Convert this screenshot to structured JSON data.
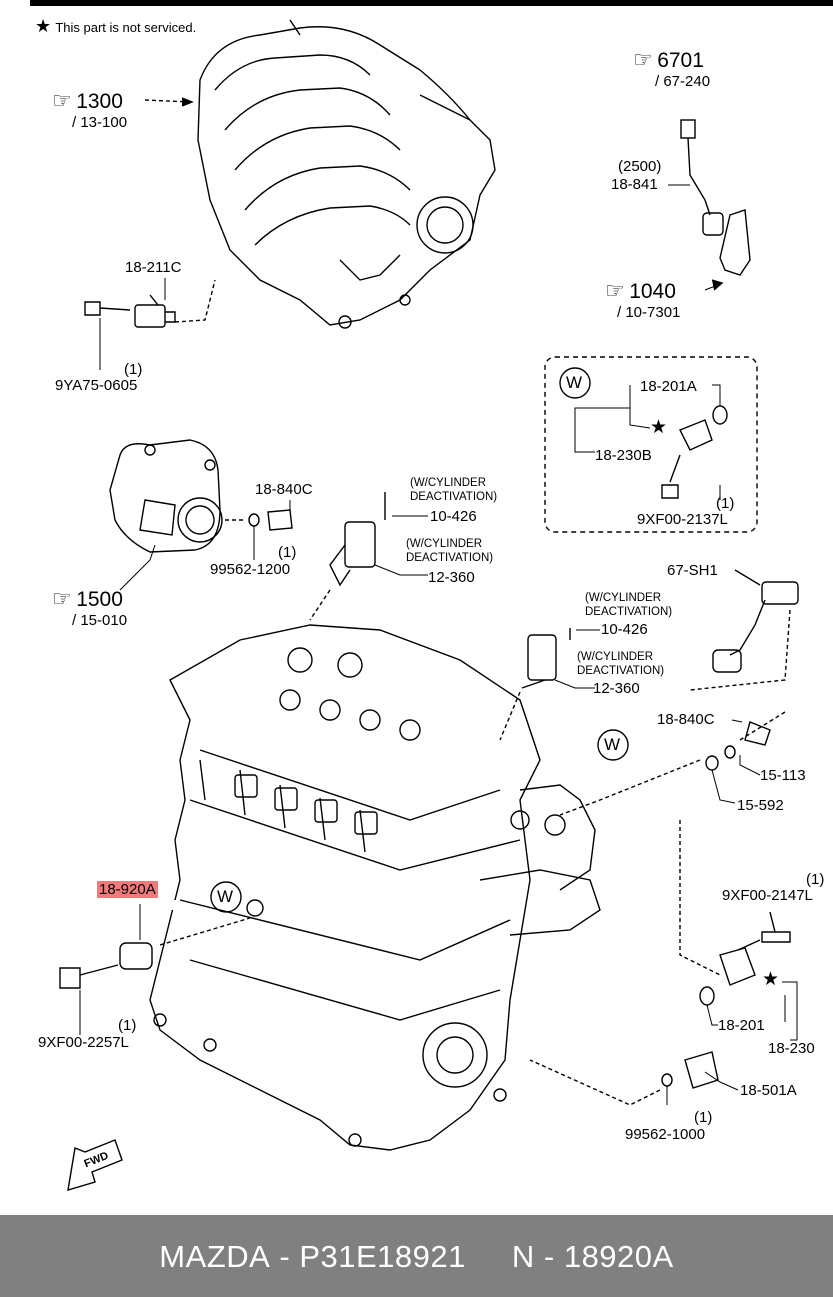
{
  "note": {
    "symbol": "★",
    "text": "This part is not serviced."
  },
  "refs": [
    {
      "id": "1300",
      "sub": "/ 13-100"
    },
    {
      "id": "6701",
      "sub": "/ 67-240"
    },
    {
      "id": "1040",
      "sub": "/ 10-7301"
    },
    {
      "id": "1500",
      "sub": "/ 15-010"
    }
  ],
  "labels": {
    "p18_211C": "18-211C",
    "q1a": "(1)",
    "p9YA75": "9YA75-0605",
    "q2500": "(2500)",
    "p18_841": "18-841",
    "w1": "W",
    "p18_201A": "18-201A",
    "star1": "★",
    "p18_230B": "18-230B",
    "q1b": "(1)",
    "p9XF00_2137L": "9XF00-2137L",
    "p18_840C_a": "18-840C",
    "q1c": "(1)",
    "p99562_1200": "99562-1200",
    "wcyl1": "(W/CYLINDER",
    "deact1": "DEACTIVATION)",
    "p10_426_a": "10-426",
    "wcyl2": "(W/CYLINDER",
    "deact2": "DEACTIVATION)",
    "p12_360_a": "12-360",
    "p67_SH1": "67-SH1",
    "wcyl3": "(W/CYLINDER",
    "deact3": "DEACTIVATION)",
    "p10_426_b": "10-426",
    "wcyl4": "(W/CYLINDER",
    "deact4": "DEACTIVATION)",
    "p12_360_b": "12-360",
    "p18_840C_b": "18-840C",
    "w2": "W",
    "p15_113": "15-113",
    "p15_592": "15-592",
    "p18_920A": "18-920A",
    "w3": "W",
    "q1d": "(1)",
    "p9XF00_2147L": "9XF00-2147L",
    "star2": "★",
    "p18_201": "18-201",
    "p18_230": "18-230",
    "q1e": "(1)",
    "p9XF00_2257L": "9XF00-2257L",
    "p18_501A": "18-501A",
    "q1f": "(1)",
    "p99562_1000": "99562-1000",
    "fwd": "FWD"
  },
  "footer": {
    "brand": "MAZDA",
    "sep1": " - ",
    "part": "P31E18921",
    "n": "N",
    "sep2": " - ",
    "code": "18920A"
  },
  "colors": {
    "highlight": "#f07b7b",
    "footer_bg": "#808080",
    "footer_text": "#ffffff"
  }
}
